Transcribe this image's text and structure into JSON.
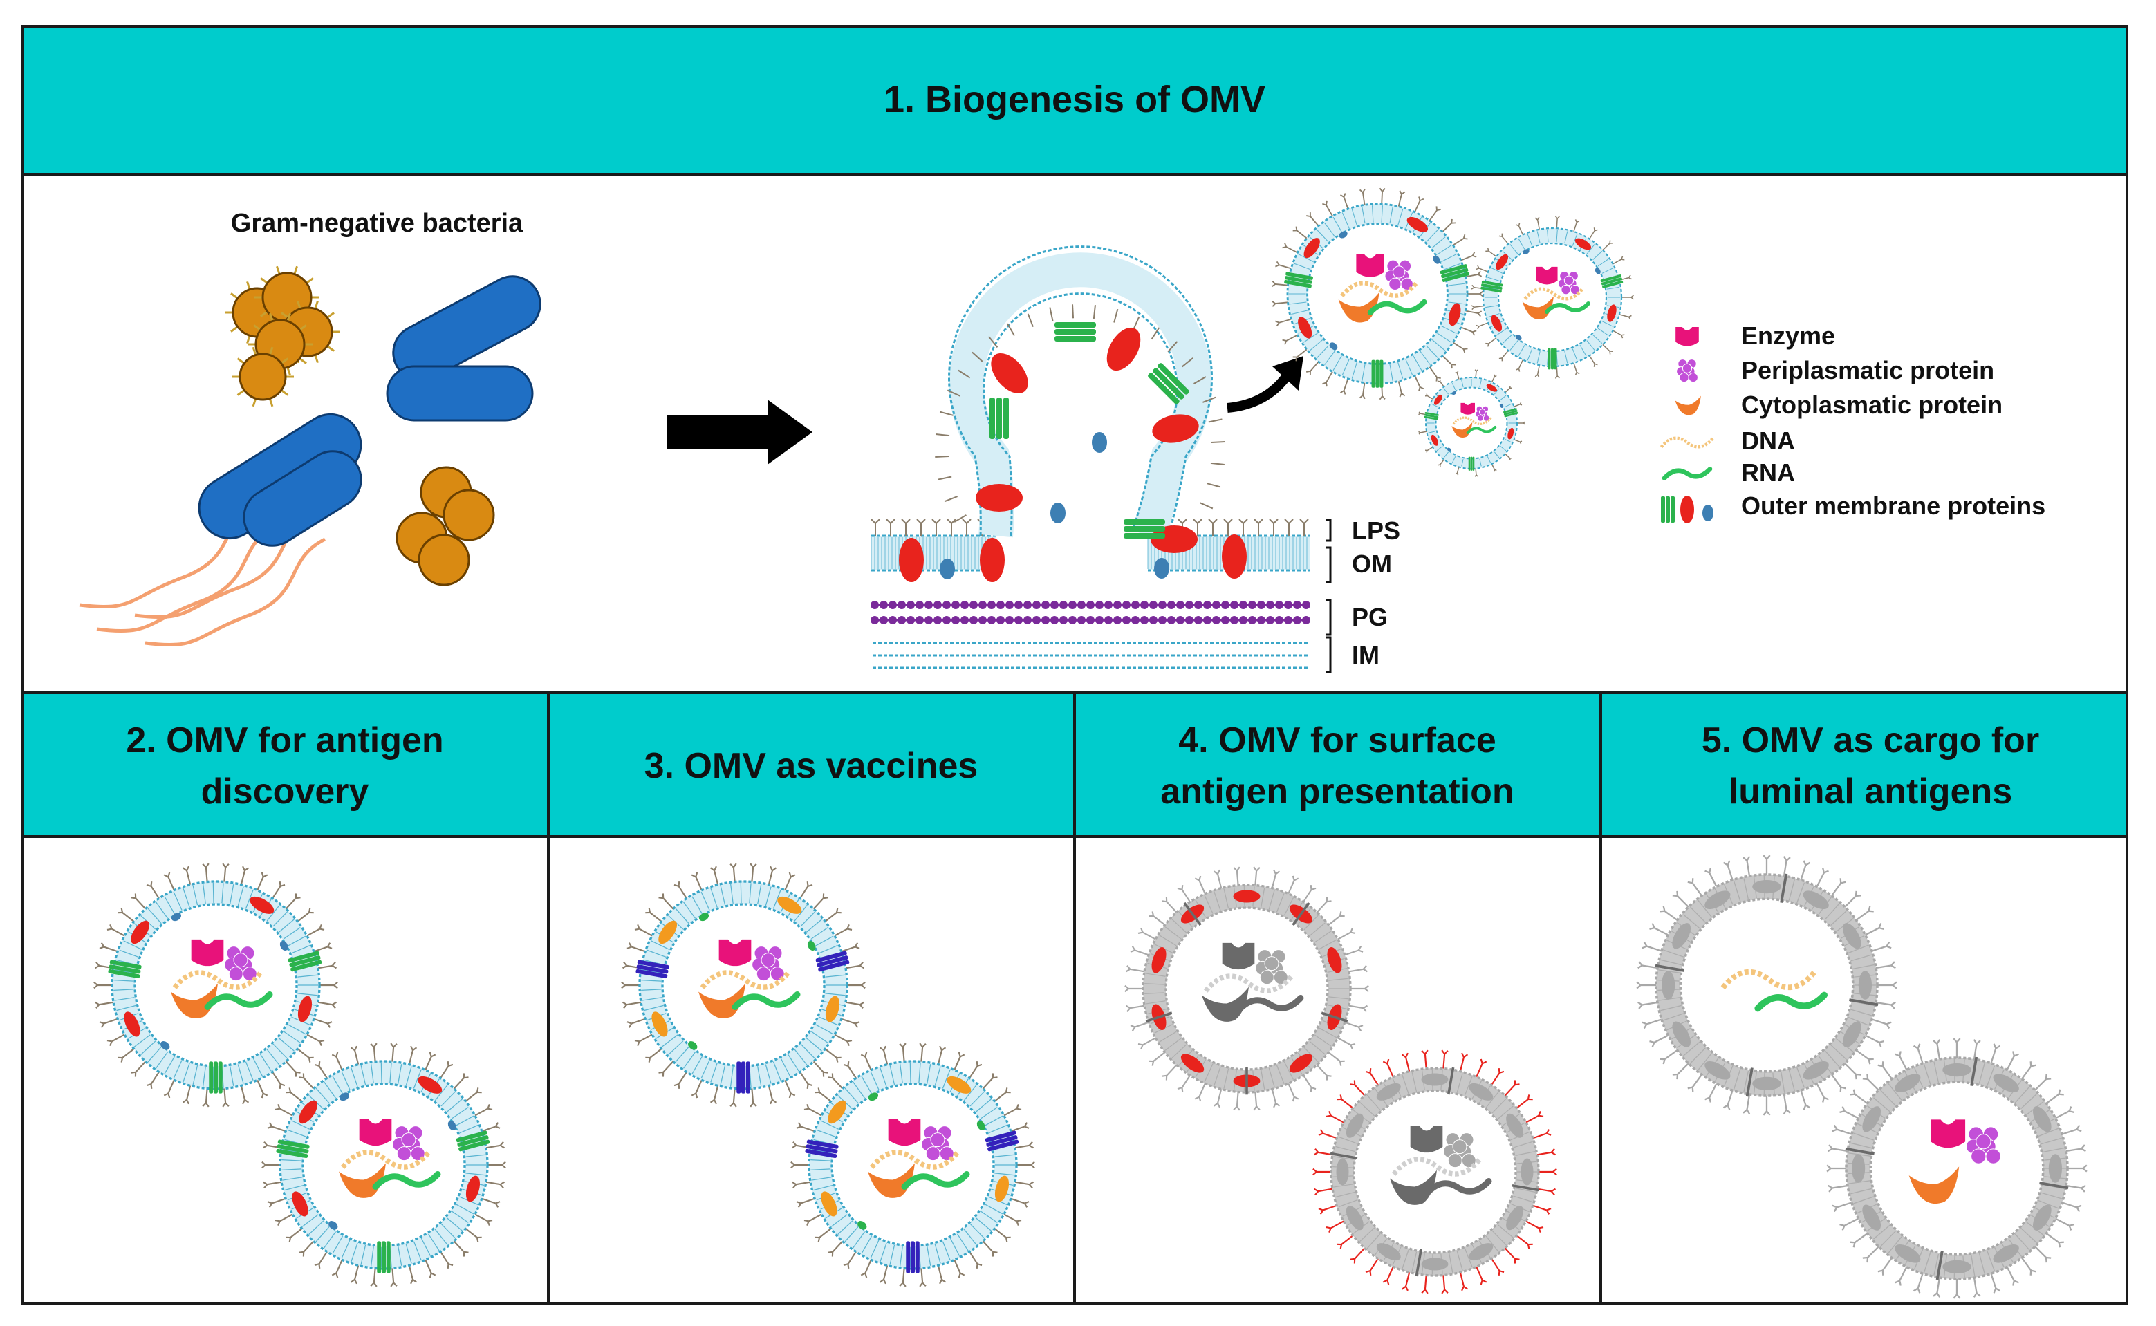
{
  "colors": {
    "header_fill": "#00CCCC",
    "border": "#1a1a1a",
    "membrane": "#3aa6c8",
    "membrane_fill": "#d6eef6",
    "lps": "#8a7d6a",
    "protein_red": "#e8231d",
    "protein_green": "#2bb24c",
    "protein_blue_small": "#3d7fb3",
    "protein_purple": "#3322bb",
    "protein_orange": "#f39a1e",
    "enzyme": "#e8127a",
    "periplasmic": "#c24fd8",
    "cytoplasmic": "#f07a2a",
    "dna": "#f4c57c",
    "rna": "#2ec45c",
    "peptidoglycan": "#7a2a9a",
    "bacteria_blue": "#1f6fc4",
    "bacteria_orange": "#d98a12",
    "flagella": "#f4a070",
    "grey": "#a8a8a8",
    "grey_dark": "#6a6a6a"
  },
  "section1": {
    "title": "1. Biogenesis of OMV",
    "bacteria_label": "Gram-negative bacteria",
    "layers": [
      "LPS",
      "OM",
      "PG",
      "IM"
    ]
  },
  "legend": {
    "items": [
      {
        "icon": "enzyme-icon",
        "label": "Enzyme"
      },
      {
        "icon": "periplasmic-protein-icon",
        "label": "Periplasmatic protein"
      },
      {
        "icon": "cytoplasmic-protein-icon",
        "label": "Cytoplasmatic protein"
      },
      {
        "icon": "dna-icon",
        "label": "DNA"
      },
      {
        "icon": "rna-icon",
        "label": "RNA"
      },
      {
        "icon": "outer-membrane-proteins-icon",
        "label": "Outer membrane proteins"
      }
    ]
  },
  "panels": [
    {
      "id": "p2",
      "line1": "2. OMV for antigen",
      "line2": "discovery"
    },
    {
      "id": "p3",
      "line1": "3. OMV as vaccines",
      "line2": ""
    },
    {
      "id": "p4",
      "line1": "4. OMV for surface",
      "line2": "antigen presentation"
    },
    {
      "id": "p5",
      "line1": "5. OMV as cargo for",
      "line2": "luminal antigens"
    }
  ]
}
